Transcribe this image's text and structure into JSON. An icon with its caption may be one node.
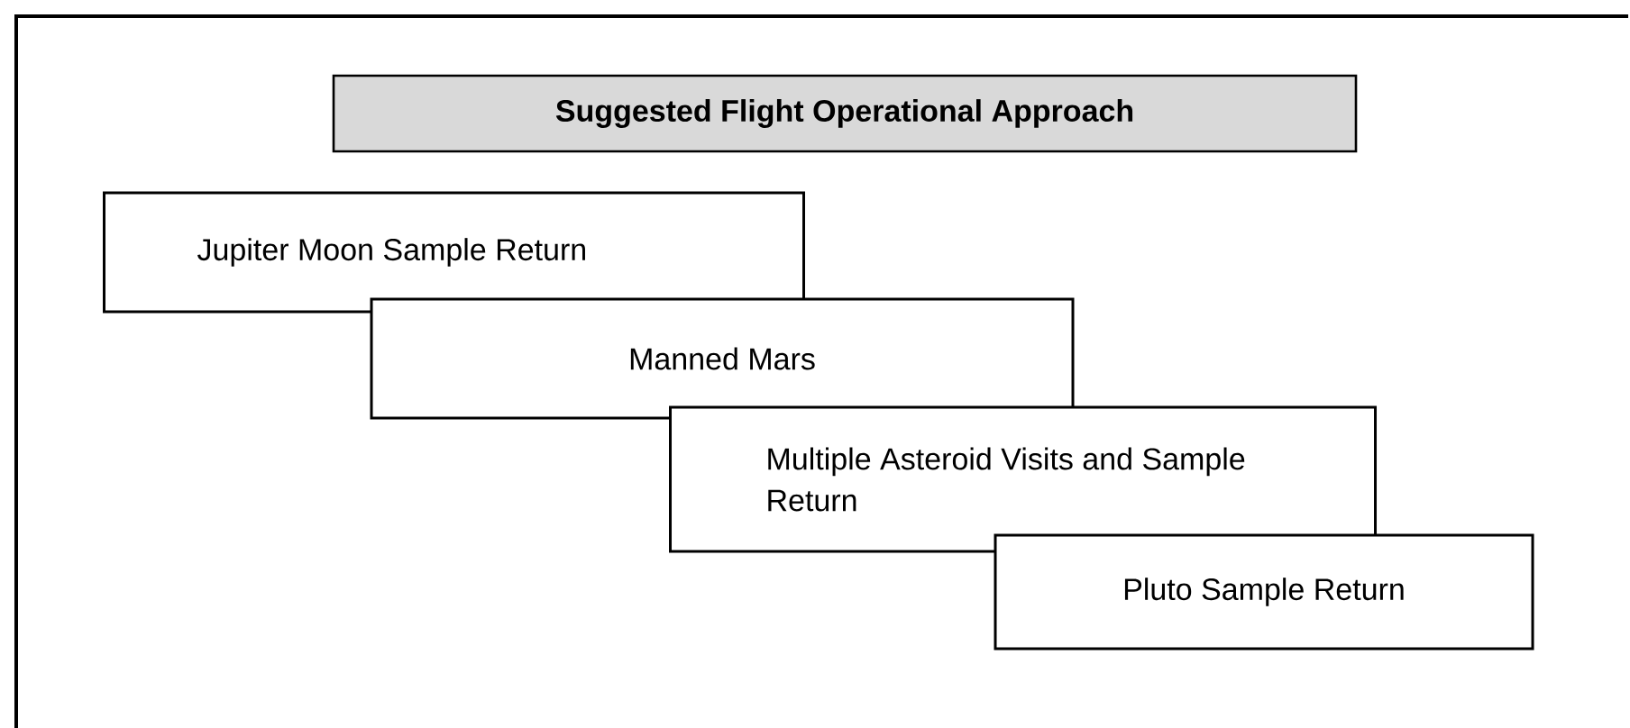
{
  "diagram": {
    "title": "Suggested Flight Operational Approach",
    "nodes": [
      {
        "text": [
          "Jupiter Moon Sample Return"
        ]
      },
      {
        "text": [
          "Manned Mars"
        ]
      },
      {
        "text": [
          "Multiple Asteroid Visits and Sample Return"
        ]
      },
      {
        "text": [
          "Pluto Sample Return"
        ]
      }
    ]
  }
}
